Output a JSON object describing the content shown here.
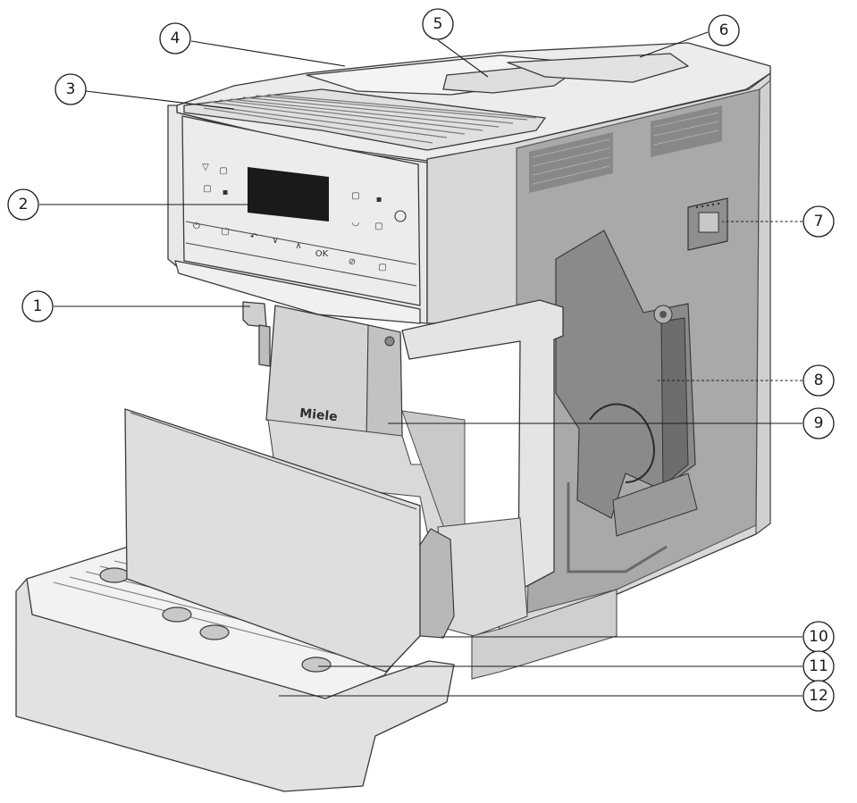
{
  "brand": "Miele",
  "control_panel": {
    "ok_label": "OK"
  },
  "callouts": [
    {
      "number": "1"
    },
    {
      "number": "2"
    },
    {
      "number": "3"
    },
    {
      "number": "4"
    },
    {
      "number": "5"
    },
    {
      "number": "6"
    },
    {
      "number": "7"
    },
    {
      "number": "8"
    },
    {
      "number": "9"
    },
    {
      "number": "10"
    },
    {
      "number": "11"
    },
    {
      "number": "12"
    }
  ],
  "colors": {
    "body_light": "#e9e9e9",
    "body_mid": "#d6d6d6",
    "interior_dark": "#a9a9a9",
    "display": "#1a1a1a",
    "outline": "#3a3a3a"
  }
}
